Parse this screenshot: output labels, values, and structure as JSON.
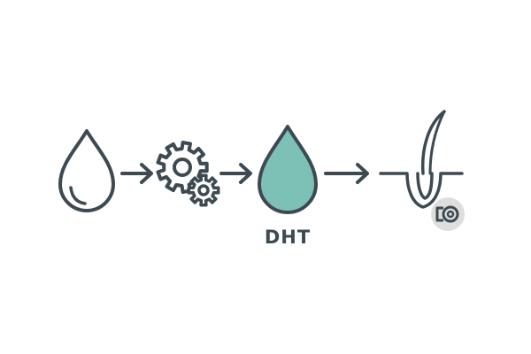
{
  "diagram": {
    "steps": [
      {
        "id": "testosterone-drop",
        "icon": "water-drop-icon"
      },
      {
        "id": "enzyme-conversion",
        "icon": "gears-icon"
      },
      {
        "id": "dht-drop",
        "icon": "filled-drop-icon",
        "label": "DHT"
      },
      {
        "id": "hair-follicle",
        "icon": "hair-follicle-icon"
      }
    ],
    "connectors": [
      "arrow-right-icon",
      "arrow-right-icon",
      "arrow-right-icon"
    ]
  },
  "colors": {
    "stroke": "#3d4a52",
    "dht_fill": "#7dc0b6",
    "badge_bg": "#dedede",
    "background": "#ffffff"
  }
}
